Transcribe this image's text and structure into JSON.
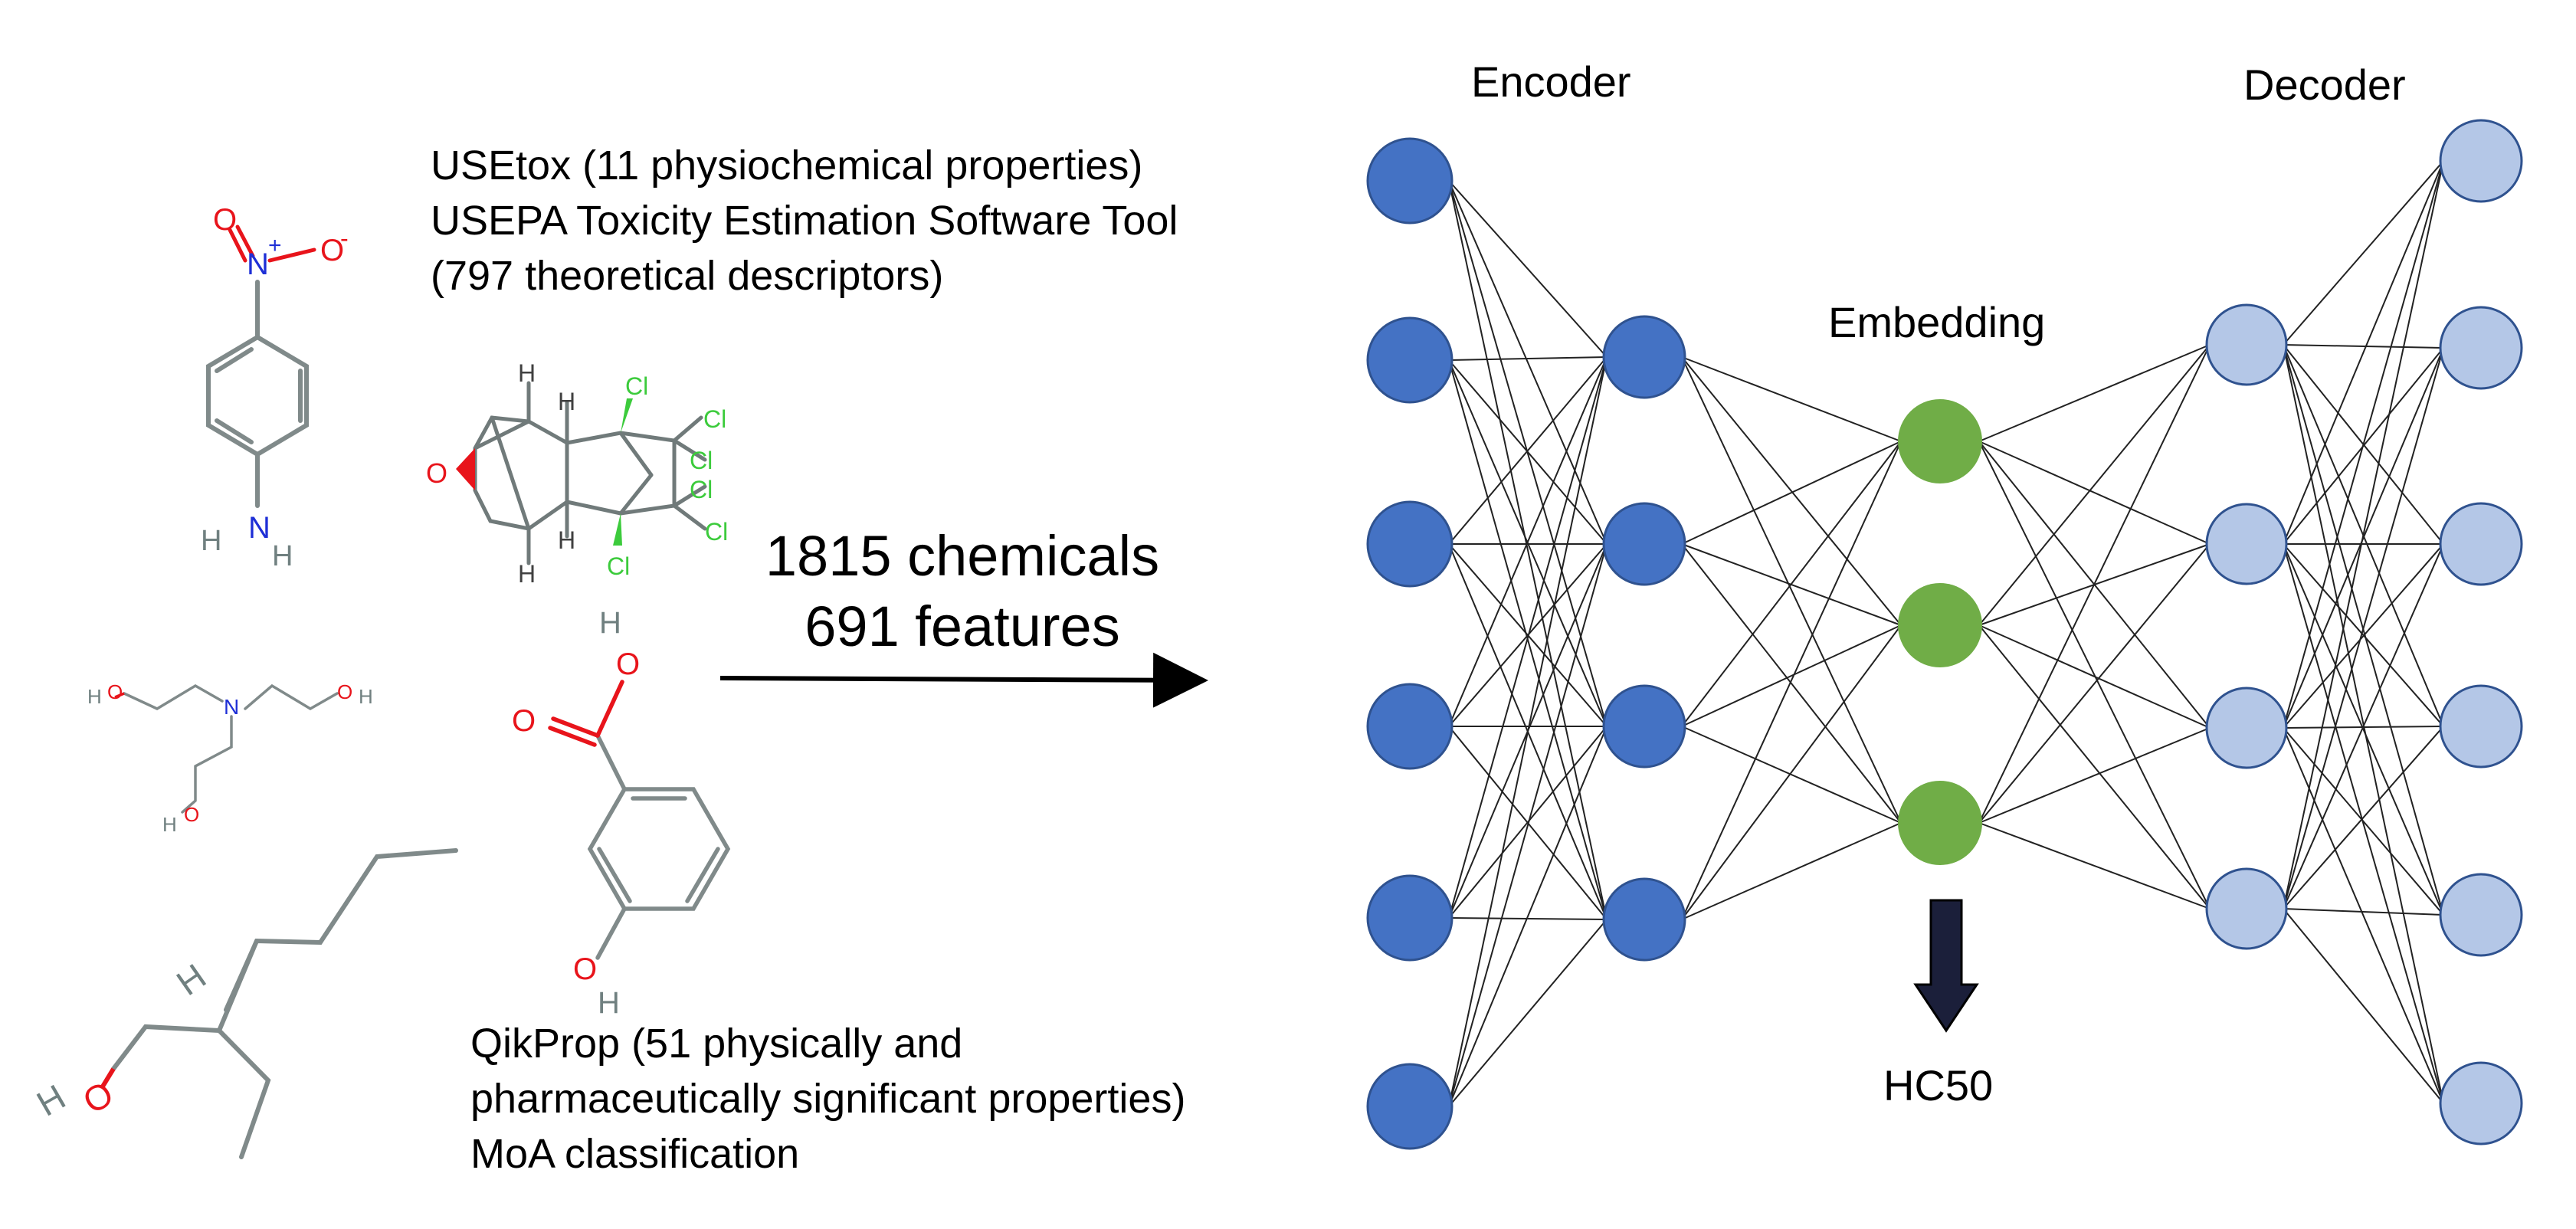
{
  "sources_top": {
    "line1": "USEtox (11 physiochemical properties)",
    "line2": "USEPA Toxicity Estimation Software Tool",
    "line3": "(797 theoretical descriptors)"
  },
  "sources_bottom": {
    "line1": "QikProp (51 physically and",
    "line2": "pharmaceutically significant properties)",
    "line3": "MoA classification"
  },
  "dataset": {
    "chemicals": "1815 chemicals",
    "features": "691 features"
  },
  "network": {
    "encoder_label": "Encoder",
    "embedding_label": "Embedding",
    "decoder_label": "Decoder",
    "output_label": "HC50",
    "layer_sizes": [
      6,
      4,
      3,
      4,
      6
    ]
  },
  "molecules": {
    "nitroaniline": {
      "o_left": "O",
      "n_top": "N",
      "charge_plus": "+",
      "o_right": "O",
      "charge_minus": "-",
      "n_bottom": "N",
      "h_left": "H",
      "h_right": "H"
    },
    "dieldrin": {
      "o": "O",
      "h_labels": [
        "H",
        "H",
        "H",
        "H"
      ],
      "cl_labels": [
        "Cl",
        "Cl",
        "Cl",
        "Cl",
        "Cl",
        "Cl"
      ]
    },
    "triethanolamine": {
      "ho_left": "H",
      "o_left": "O",
      "n": "N",
      "o_right": "O",
      "h_right": "H",
      "o_bottom": "O",
      "h_bottom": "H"
    },
    "hydroxybenzoic": {
      "h_top": "H",
      "o_top": "O",
      "o_left": "O",
      "o_bottom": "O",
      "h_bottom": "H"
    },
    "ethylhexanol": {
      "h_chain": "H",
      "h_left": "H",
      "o": "O"
    }
  },
  "colors": {
    "encoder_node": "#4472C4",
    "encoder_stroke": "#2F528F",
    "embedding_node": "#70AD47",
    "decoder_node": "#B4C7E7",
    "decoder_stroke": "#2F528F",
    "oxygen": "#E8141B",
    "nitrogen": "#1E2FD6",
    "chlorine": "#3CCB3C",
    "bond": "#808A8A",
    "edge": "#222222"
  }
}
